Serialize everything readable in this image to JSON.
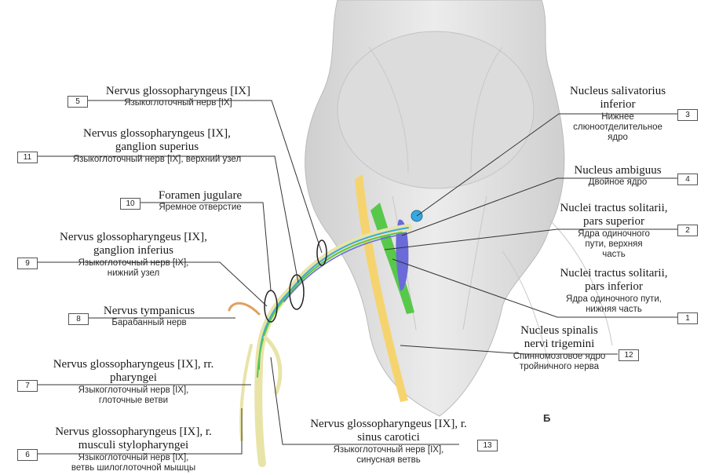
{
  "panel_letter": "Б",
  "labels": [
    {
      "num": "5",
      "lat": "Nervus glossopharyngeus [IX]",
      "ru": "Языкоглоточный нерв [IX]"
    },
    {
      "num": "11",
      "lat": "Nervus glossopharyngeus [IX], ganglion superius",
      "ru": "Языкоглоточный нерв [IX], верхний узел"
    },
    {
      "num": "10",
      "lat": "Foramen jugulare",
      "ru": "Яремное отверстие"
    },
    {
      "num": "9",
      "lat": "Nervus glossopharyngeus [IX], ganglion inferius",
      "ru": "Языкоглоточный нерв [IX], нижний узел"
    },
    {
      "num": "8",
      "lat": "Nervus tympanicus",
      "ru": "Барабанный нерв"
    },
    {
      "num": "7",
      "lat": "Nervus glossopharyngeus [IX], rr. pharyngei",
      "ru": "Языкоглоточный нерв [IX], глоточные ветви"
    },
    {
      "num": "6",
      "lat": "Nervus glossopharyngeus [IX], r. musculi stylopharyngei",
      "ru": "Языкоглоточный нерв [IX], ветвь шилоглоточной мышцы"
    },
    {
      "num": "13",
      "lat": "Nervus glossopharyngeus [IX], r. sinus carotici",
      "ru": "Языкоглоточный нерв [IX], синусная ветвь"
    },
    {
      "num": "3",
      "lat": "Nucleus salivatorius inferior",
      "ru": "Нижнее слюноотделительное ядро"
    },
    {
      "num": "4",
      "lat": "Nucleus ambiguus",
      "ru": "Двойное ядро"
    },
    {
      "num": "2",
      "lat": "Nuclei tractus solitarii, pars superior",
      "ru": "Ядра одиночного пути, верхняя часть"
    },
    {
      "num": "1",
      "lat": "Nuclei tractus solitarii, pars inferior",
      "ru": "Ядра одиночного пути, нижняя часть"
    },
    {
      "num": "12",
      "lat": "Nucleus spinalis nervi trigemini",
      "ru": "Спинномозговое ядро тройничного нерва"
    }
  ],
  "colors": {
    "trigeminal": "#f5d470",
    "solitarius": "#58c84a",
    "ambiguus": "#6a6ad8",
    "salivatory": "#39a8e0",
    "nerve": "#e8e4a8",
    "tissue": "#d8d8d8"
  }
}
